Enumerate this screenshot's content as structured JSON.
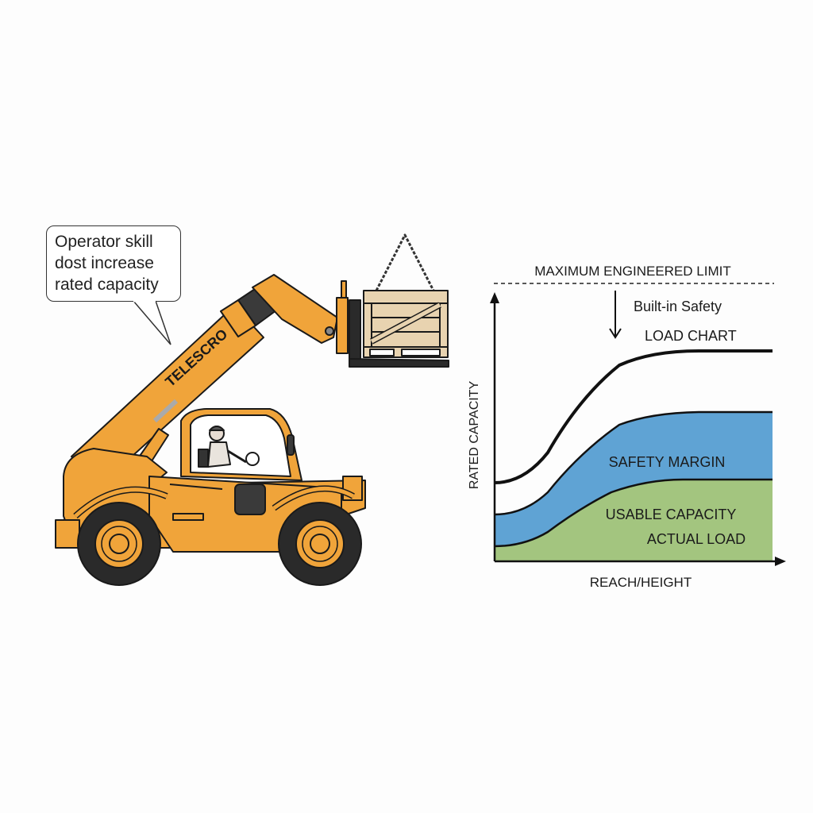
{
  "callout": {
    "lines": [
      "Operator skill",
      "dost increase",
      "rated capacity"
    ]
  },
  "machine": {
    "boom_label": "TELESCRO",
    "colors": {
      "body": "#f0a43a",
      "outline": "#1a1a1a",
      "tire": "#2a2a2a",
      "crate": "#e8d3b0"
    }
  },
  "chart": {
    "limit_label": "MAXIMUM ENGINEERED LIMIT",
    "safety_label": "Built-in Safety",
    "load_chart_label": "LOAD CHART",
    "safety_margin_label": "SAFETY MARGIN",
    "usable_label": "USABLE CAPACITY",
    "actual_load_label": "ACTUAL LOAD",
    "x_axis_label": "REACH/HEIGHT",
    "y_axis_label": "RATED CAPACITY",
    "colors": {
      "safety_margin": "#5fa3d4",
      "usable": "#a3c57f",
      "line": "#111111"
    }
  },
  "chart_data": {
    "type": "area",
    "title": "LOAD CHART",
    "xlabel": "REACH/HEIGHT",
    "ylabel": "RATED CAPACITY",
    "annotations": [
      "MAXIMUM ENGINEERED LIMIT",
      "Built-in Safety",
      "SAFETY MARGIN",
      "USABLE CAPACITY",
      "ACTUAL LOAD"
    ],
    "x": [
      0,
      0.1,
      0.2,
      0.3,
      0.4,
      0.5,
      0.6,
      0.7,
      0.8,
      0.9,
      1.0
    ],
    "series": [
      {
        "name": "LOAD CHART",
        "values": [
          0.3,
          0.33,
          0.45,
          0.64,
          0.76,
          0.81,
          0.83,
          0.83,
          0.83,
          0.83,
          0.83
        ]
      },
      {
        "name": "SAFETY MARGIN (upper)",
        "values": [
          0.18,
          0.2,
          0.28,
          0.42,
          0.52,
          0.56,
          0.58,
          0.59,
          0.59,
          0.59,
          0.59
        ]
      },
      {
        "name": "USABLE CAPACITY / ACTUAL LOAD",
        "values": [
          0.06,
          0.08,
          0.14,
          0.23,
          0.28,
          0.31,
          0.32,
          0.32,
          0.32,
          0.32,
          0.32
        ]
      }
    ],
    "grid": false,
    "legend": "none",
    "ylim": [
      0,
      1
    ],
    "reference_line": {
      "label": "MAXIMUM ENGINEERED LIMIT",
      "style": "dashed",
      "y": 1.0
    }
  }
}
